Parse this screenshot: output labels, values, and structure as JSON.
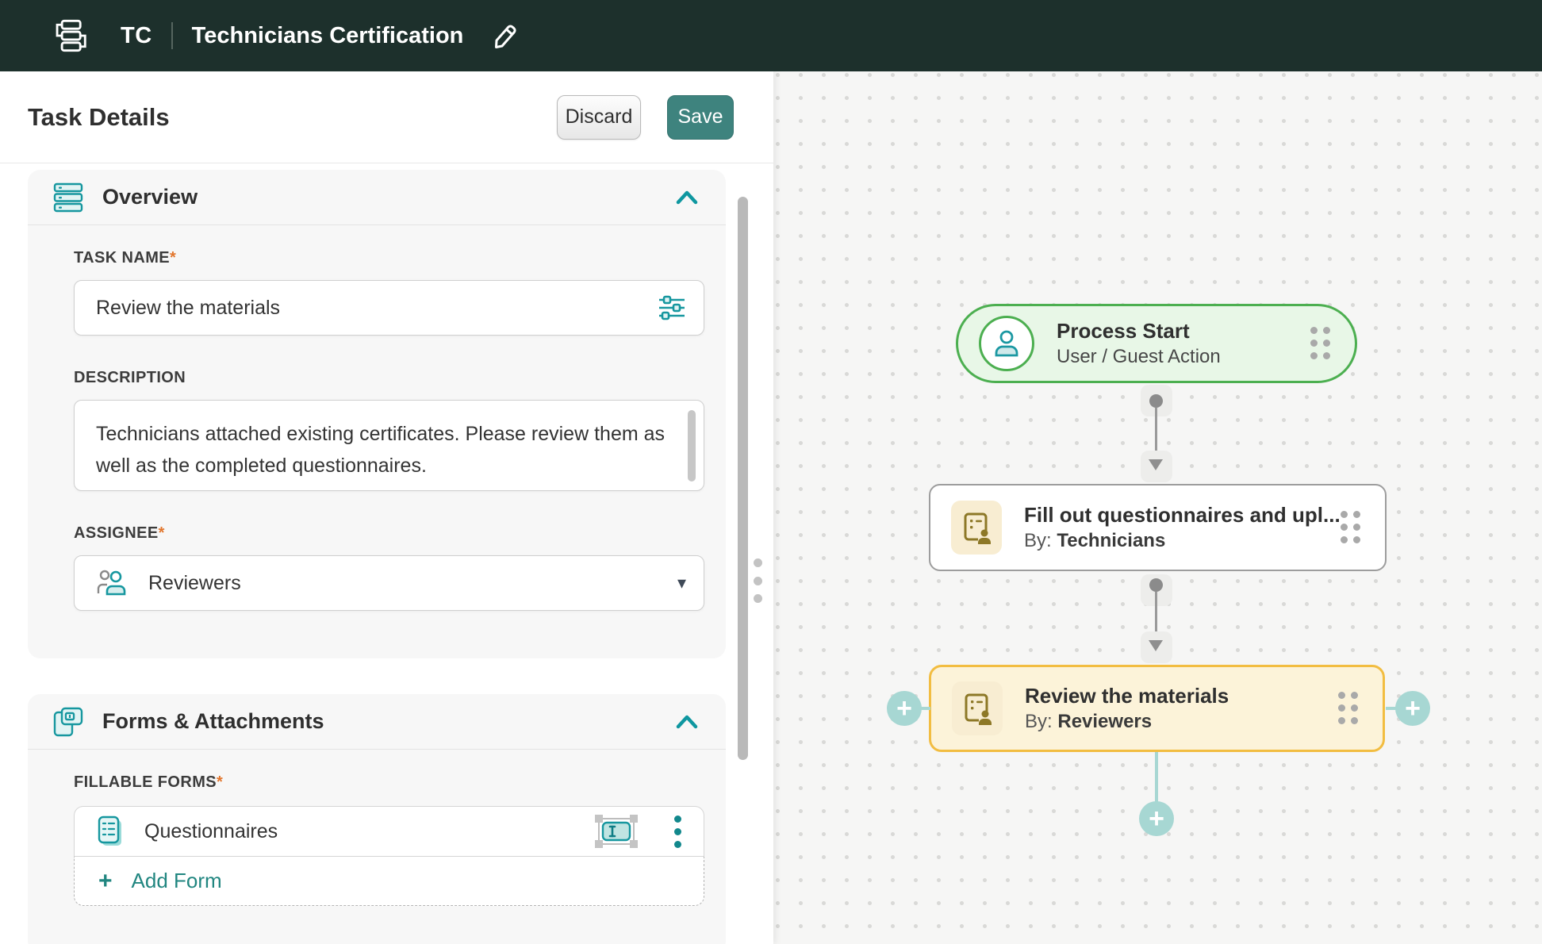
{
  "header": {
    "initials": "TC",
    "title": "Technicians Certification"
  },
  "panel": {
    "title": "Task Details",
    "discard_label": "Discard",
    "save_label": "Save",
    "overview": {
      "title": "Overview",
      "task_name": {
        "label": "TASK NAME",
        "required": "*",
        "value": "Review the materials"
      },
      "description": {
        "label": "DESCRIPTION",
        "value": "Technicians attached existing certificates. Please review them as well as the completed questionnaires."
      },
      "assignee": {
        "label": "ASSIGNEE",
        "required": "*",
        "value": "Reviewers"
      }
    },
    "forms": {
      "title": "Forms & Attachments",
      "fillable": {
        "label": "FILLABLE FORMS",
        "required": "*"
      },
      "items": [
        {
          "name": "Questionnaires"
        }
      ],
      "add_label": "Add Form"
    }
  },
  "canvas": {
    "nodes": [
      {
        "title": "Process Start",
        "subtitle": "User / Guest Action"
      },
      {
        "title": "Fill out questionnaires and upl...",
        "by_label": "By:",
        "by": "Technicians"
      },
      {
        "title": "Review the materials",
        "by_label": "By:",
        "by": "Reviewers"
      }
    ]
  },
  "ui": {
    "plus_glyph": "+",
    "caret_down_glyph": "▾"
  },
  "colors": {
    "header_bg": "#1d302c",
    "accent_teal": "#16979f",
    "button_teal": "#3e837e",
    "link_teal": "#218680",
    "start_green": "#4caf50",
    "start_bg": "#e8f7e7",
    "review_amber": "#f2bd41",
    "review_bg": "#fcf3d9",
    "icon_cream": "#f8edd2",
    "icon_olive": "#8d7827",
    "plus_teal": "#a7d7d3",
    "asterisk_orange": "#e2762d",
    "canvas_bg": "#f6f6f5"
  }
}
